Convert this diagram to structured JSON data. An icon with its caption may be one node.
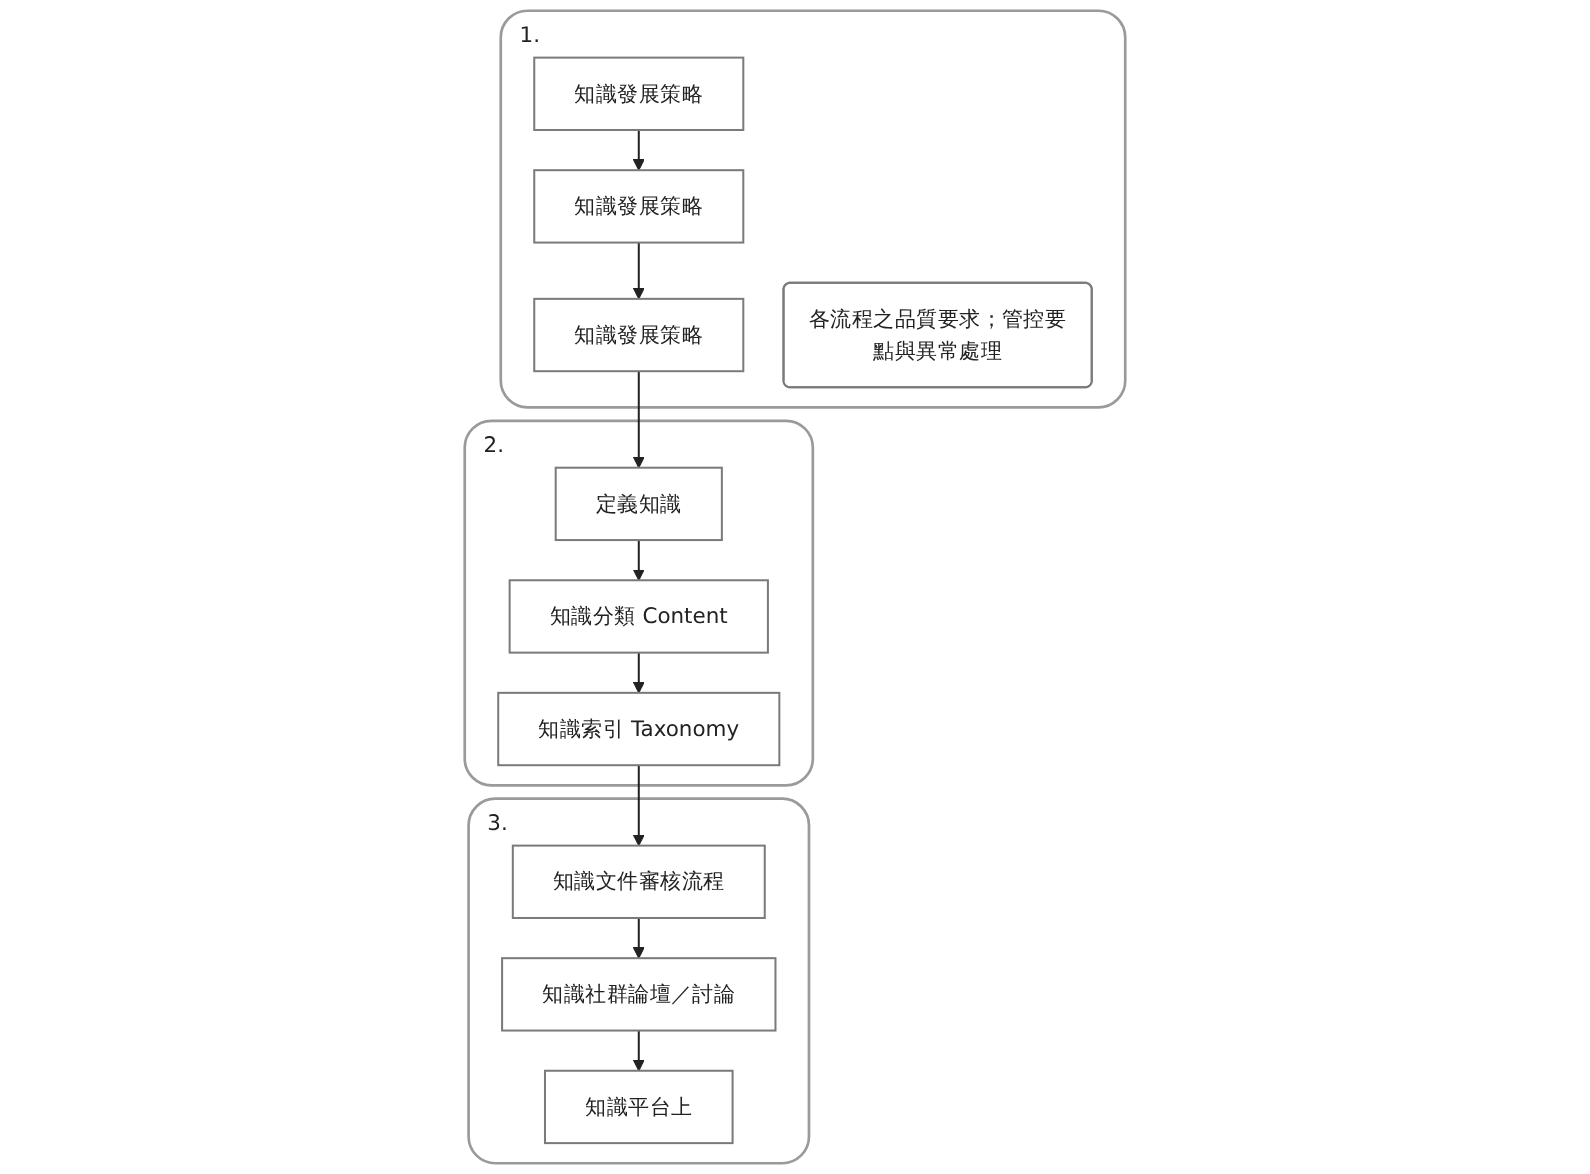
{
  "diagram": {
    "nodes": [
      {
        "text": [
          "1."
        ]
      },
      {
        "text": [
          "知識發展策略"
        ],
        "in": 0
      },
      {
        "text": [
          "知識發展策略"
        ],
        "in": 0
      },
      {
        "text": [
          "知識發展策略"
        ],
        "in": 0
      },
      {
        "text": [
          "各流程之品質要求；管控要點與異常處理"
        ],
        "in": 0
      },
      {
        "text": [
          "2."
        ]
      },
      {
        "text": [
          "定義知識"
        ],
        "in": 5
      },
      {
        "text": [
          "知識分類 Content"
        ],
        "in": 5
      },
      {
        "text": [
          "知識索引 Taxonomy"
        ],
        "in": 5
      },
      {
        "text": [
          "3."
        ]
      },
      {
        "text": [
          "知識文件審核流程"
        ],
        "in": 9
      },
      {
        "text": [
          "知識社群論壇／討論"
        ],
        "in": 9
      },
      {
        "text": [
          "知識平台上"
        ],
        "in": 9
      }
    ],
    "edges": [
      {
        "from": 1,
        "to": 2,
        "arrow": "to"
      },
      {
        "from": 2,
        "to": 3,
        "arrow": "to"
      },
      {
        "from": 3,
        "to": 6,
        "arrow": "to"
      },
      {
        "from": 6,
        "to": 7,
        "arrow": "to"
      },
      {
        "from": 7,
        "to": 8,
        "arrow": "to"
      },
      {
        "from": 8,
        "to": 10,
        "arrow": "to"
      },
      {
        "from": 10,
        "to": 11,
        "arrow": "to"
      },
      {
        "from": 11,
        "to": 12,
        "arrow": "to"
      }
    ]
  }
}
